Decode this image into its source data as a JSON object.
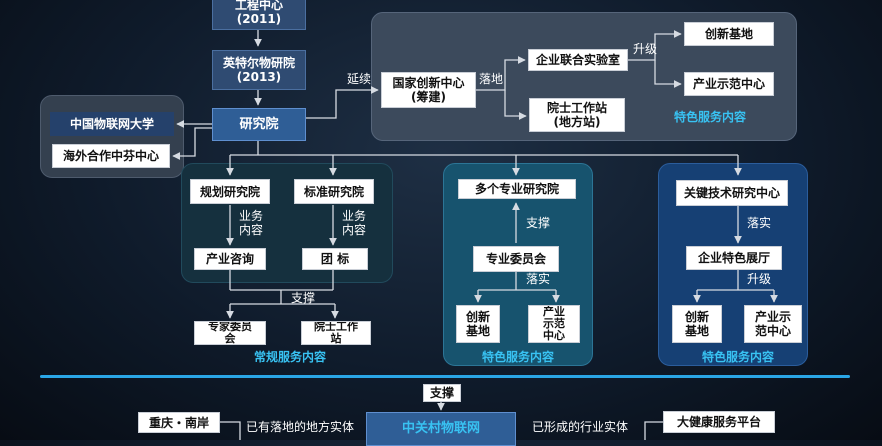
{
  "colors": {
    "background": "#0f1b2b",
    "grey_panel": "#3c4a5c",
    "teal_panel": "#17536e",
    "blue_panel": "#164074",
    "accent": "#38c2f2",
    "divider": "#2aa6e6",
    "connector": "#d6dbe2"
  },
  "top_chain": {
    "box1": "工程中心\n(2011)",
    "box2": "英特尔物研院\n(2013)",
    "institute": "研究院"
  },
  "left_panel": {
    "item1": "中国物联网大学",
    "item2": "海外合作中芬中心"
  },
  "top_panel": {
    "extend_label": "延续",
    "national_center": "国家创新中心\n(筹建)",
    "landing_label": "落地",
    "joint_lab": "企业联合实验室",
    "upgrade_label": "升级",
    "innovation_base": "创新基地",
    "demo_center": "产业示范中心",
    "academician_station": "院士工作站\n(地方站)",
    "caption": "特色服务内容"
  },
  "regular_panel": {
    "planning_institute": "规划研究院",
    "standards_institute": "标准研究院",
    "business_label_1": "业务\n内容",
    "business_label_2": "业务\n内容",
    "consulting": "产业咨询",
    "group_standard": "团 标",
    "support_label": "支撑",
    "expert_committee": "专家委员\n会",
    "academician_station": "院士工作\n站",
    "caption": "常规服务内容"
  },
  "middle_panel": {
    "multi_institutes": "多个专业研究院",
    "support_label": "支撑",
    "committee": "专业委员会",
    "landing_label": "落实",
    "innovation_base": "创新\n基地",
    "demo_center": "产业\n示范\n中心",
    "caption": "特色服务内容"
  },
  "right_panel": {
    "key_tech_center": "关键技术研究中心",
    "landing_label": "落实",
    "showroom": "企业特色展厅",
    "upgrade_label": "升级",
    "innovation_base": "创新\n基地",
    "demo_center": "产业示\n范中心",
    "caption": "特色服务内容"
  },
  "bottom": {
    "support_label": "支撑",
    "left_city": "重庆・南岸",
    "left_label": "已有落地的地方实体",
    "center": "中关村物联网",
    "right_label": "已形成的行业实体",
    "right_platform": "大健康服务平台"
  }
}
